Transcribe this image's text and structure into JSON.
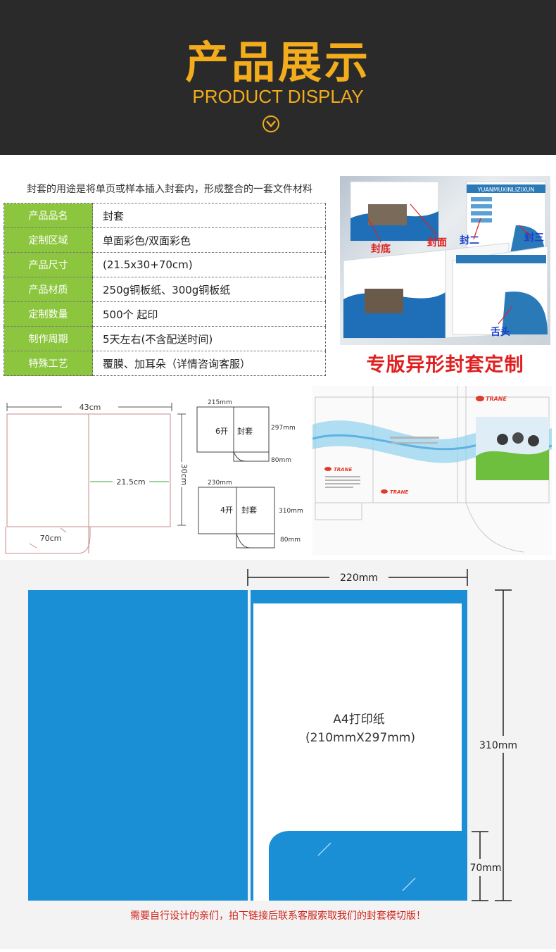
{
  "header": {
    "title": "产品展示",
    "subtitle": "PRODUCT DISPLAY",
    "icon": "chevron-down-circle-icon",
    "accent_color": "#f2ac1c",
    "background_color": "#2a2a2a"
  },
  "info": {
    "caption": "封套的用途是将单页或样本插入封套内，形成整合的一套文件材料",
    "label_color": "#8cc63f",
    "rows": [
      {
        "label": "产品品名",
        "value": "封套"
      },
      {
        "label": "定制区域",
        "value": "单面彩色/双面彩色"
      },
      {
        "label": "产品尺寸",
        "value": "(21.5x30+70cm)"
      },
      {
        "label": "产品材质",
        "value": "250g铜板纸、300g铜板纸"
      },
      {
        "label": "定制数量",
        "value": "500个 起印"
      },
      {
        "label": "制作周期",
        "value": "5天左右(不含配送时间)"
      },
      {
        "label": "特殊工艺",
        "value": "覆膜、加耳朵（详情咨询客服）"
      }
    ]
  },
  "photo": {
    "labels": {
      "back": "封底",
      "front": "封面",
      "inside_front": "封二",
      "inside_back": "封三",
      "tongue": "舌头",
      "brand": "YUANMUXINLIZIXUN"
    }
  },
  "banner": "专版异形封套定制",
  "small_diagram": {
    "width": "43cm",
    "inner_width": "21.5cm",
    "height": "30cm",
    "flap": "70cm",
    "six": {
      "top": "215mm",
      "name": "6开",
      "label": "封套",
      "height": "297mm",
      "flap": "80mm"
    },
    "four": {
      "top": "230mm",
      "name": "4开",
      "label": "封套",
      "height": "310mm",
      "flap": "80mm"
    }
  },
  "die_cut": {
    "brand": "TRANE"
  },
  "big_diagram": {
    "width": "220mm",
    "height": "310mm",
    "flap": "70mm",
    "paper": "A4打印纸",
    "paper_size": "(210mmX297mm)",
    "blue": "#1a8fd6"
  },
  "bottom_note": "需要自行设计的亲们，拍下链接后联系客服索取我们的封套模切版！"
}
